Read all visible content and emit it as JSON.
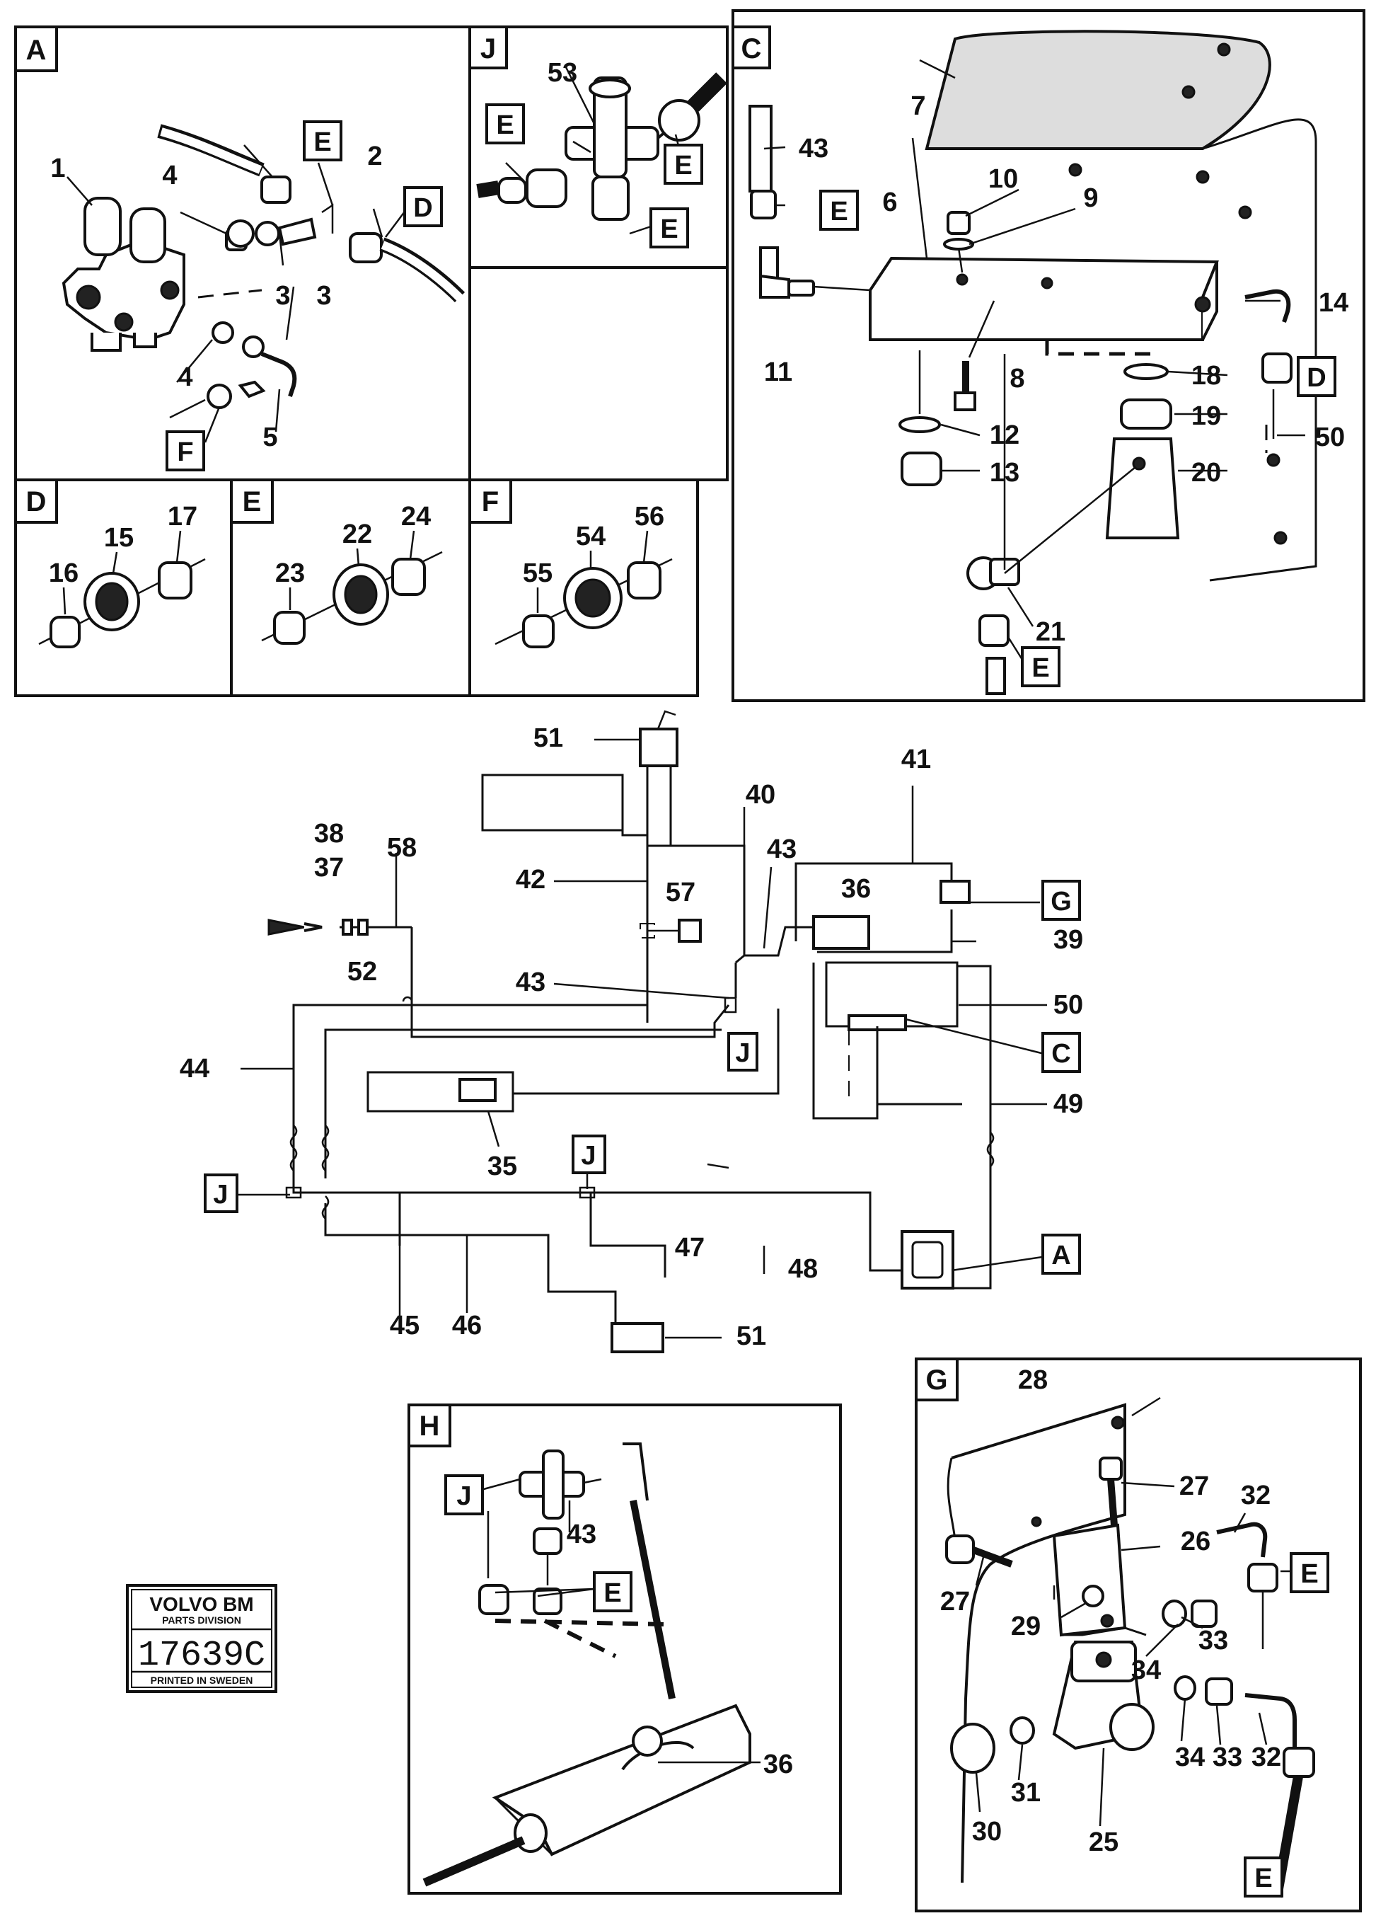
{
  "panels": {
    "A": "A",
    "J": "J",
    "C": "C",
    "D": "D",
    "E": "E",
    "F": "F",
    "G": "G",
    "H": "H"
  },
  "callouts": {
    "E": "E",
    "D": "D",
    "F": "F",
    "G": "G",
    "C": "C",
    "A": "A",
    "J": "J"
  },
  "parts": {
    "p1": "1",
    "p2": "2",
    "p3": "3",
    "p4": "4",
    "p5": "5",
    "p6": "6",
    "p7": "7",
    "p8": "8",
    "p9": "9",
    "p10": "10",
    "p11": "11",
    "p12": "12",
    "p13": "13",
    "p14": "14",
    "p15": "15",
    "p16": "16",
    "p17": "17",
    "p18": "18",
    "p19": "19",
    "p20": "20",
    "p21": "21",
    "p22": "22",
    "p23": "23",
    "p24": "24",
    "p25": "25",
    "p26": "26",
    "p27": "27",
    "p28": "28",
    "p29": "29",
    "p30": "30",
    "p31": "31",
    "p32": "32",
    "p33": "33",
    "p34": "34",
    "p35": "35",
    "p36": "36",
    "p37": "37",
    "p38": "38",
    "p39": "39",
    "p40": "40",
    "p41": "41",
    "p42": "42",
    "p43": "43",
    "p44": "44",
    "p45": "45",
    "p46": "46",
    "p47": "47",
    "p48": "48",
    "p49": "49",
    "p50": "50",
    "p51": "51",
    "p52": "52",
    "p53": "53",
    "p54": "54",
    "p55": "55",
    "p56": "56",
    "p57": "57",
    "p58": "58"
  },
  "stamp": {
    "brand": "VOLVO BM",
    "division": "PARTS DIVISION",
    "number": "17639C",
    "printed": "PRINTED IN SWEDEN"
  }
}
